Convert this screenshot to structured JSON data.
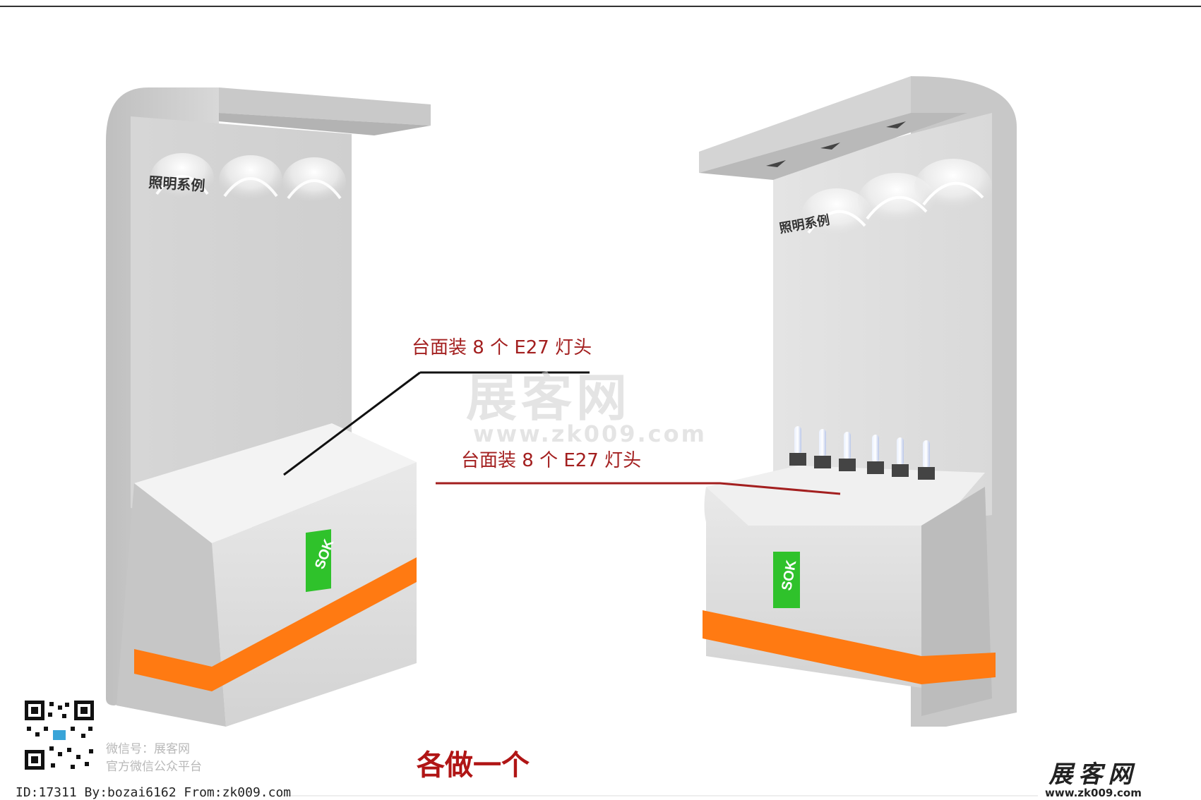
{
  "annotations": {
    "left_label": "台面装 8 个 E27 灯头",
    "right_label": "台面装 8 个 E27 灯头",
    "caption": "各做一个"
  },
  "stands": {
    "left_brand": "照明系例",
    "right_brand": "照明系例",
    "logo_text": "SOK"
  },
  "watermark": {
    "main": "展客网",
    "url": "www.zk009.com"
  },
  "wechat": {
    "line1": "微信号：展客网",
    "line2": "官方微信公众平台"
  },
  "footer": {
    "id_line": "ID:17311 By:bozai6162 From:zk009.com",
    "logo_main": "展客网",
    "logo_url": "www.zk009.com"
  },
  "colors": {
    "orange": "#ff7a12",
    "green": "#2fc22b",
    "annotation_red": "#a31f1f",
    "panel_grey": "#d2d2d2"
  }
}
